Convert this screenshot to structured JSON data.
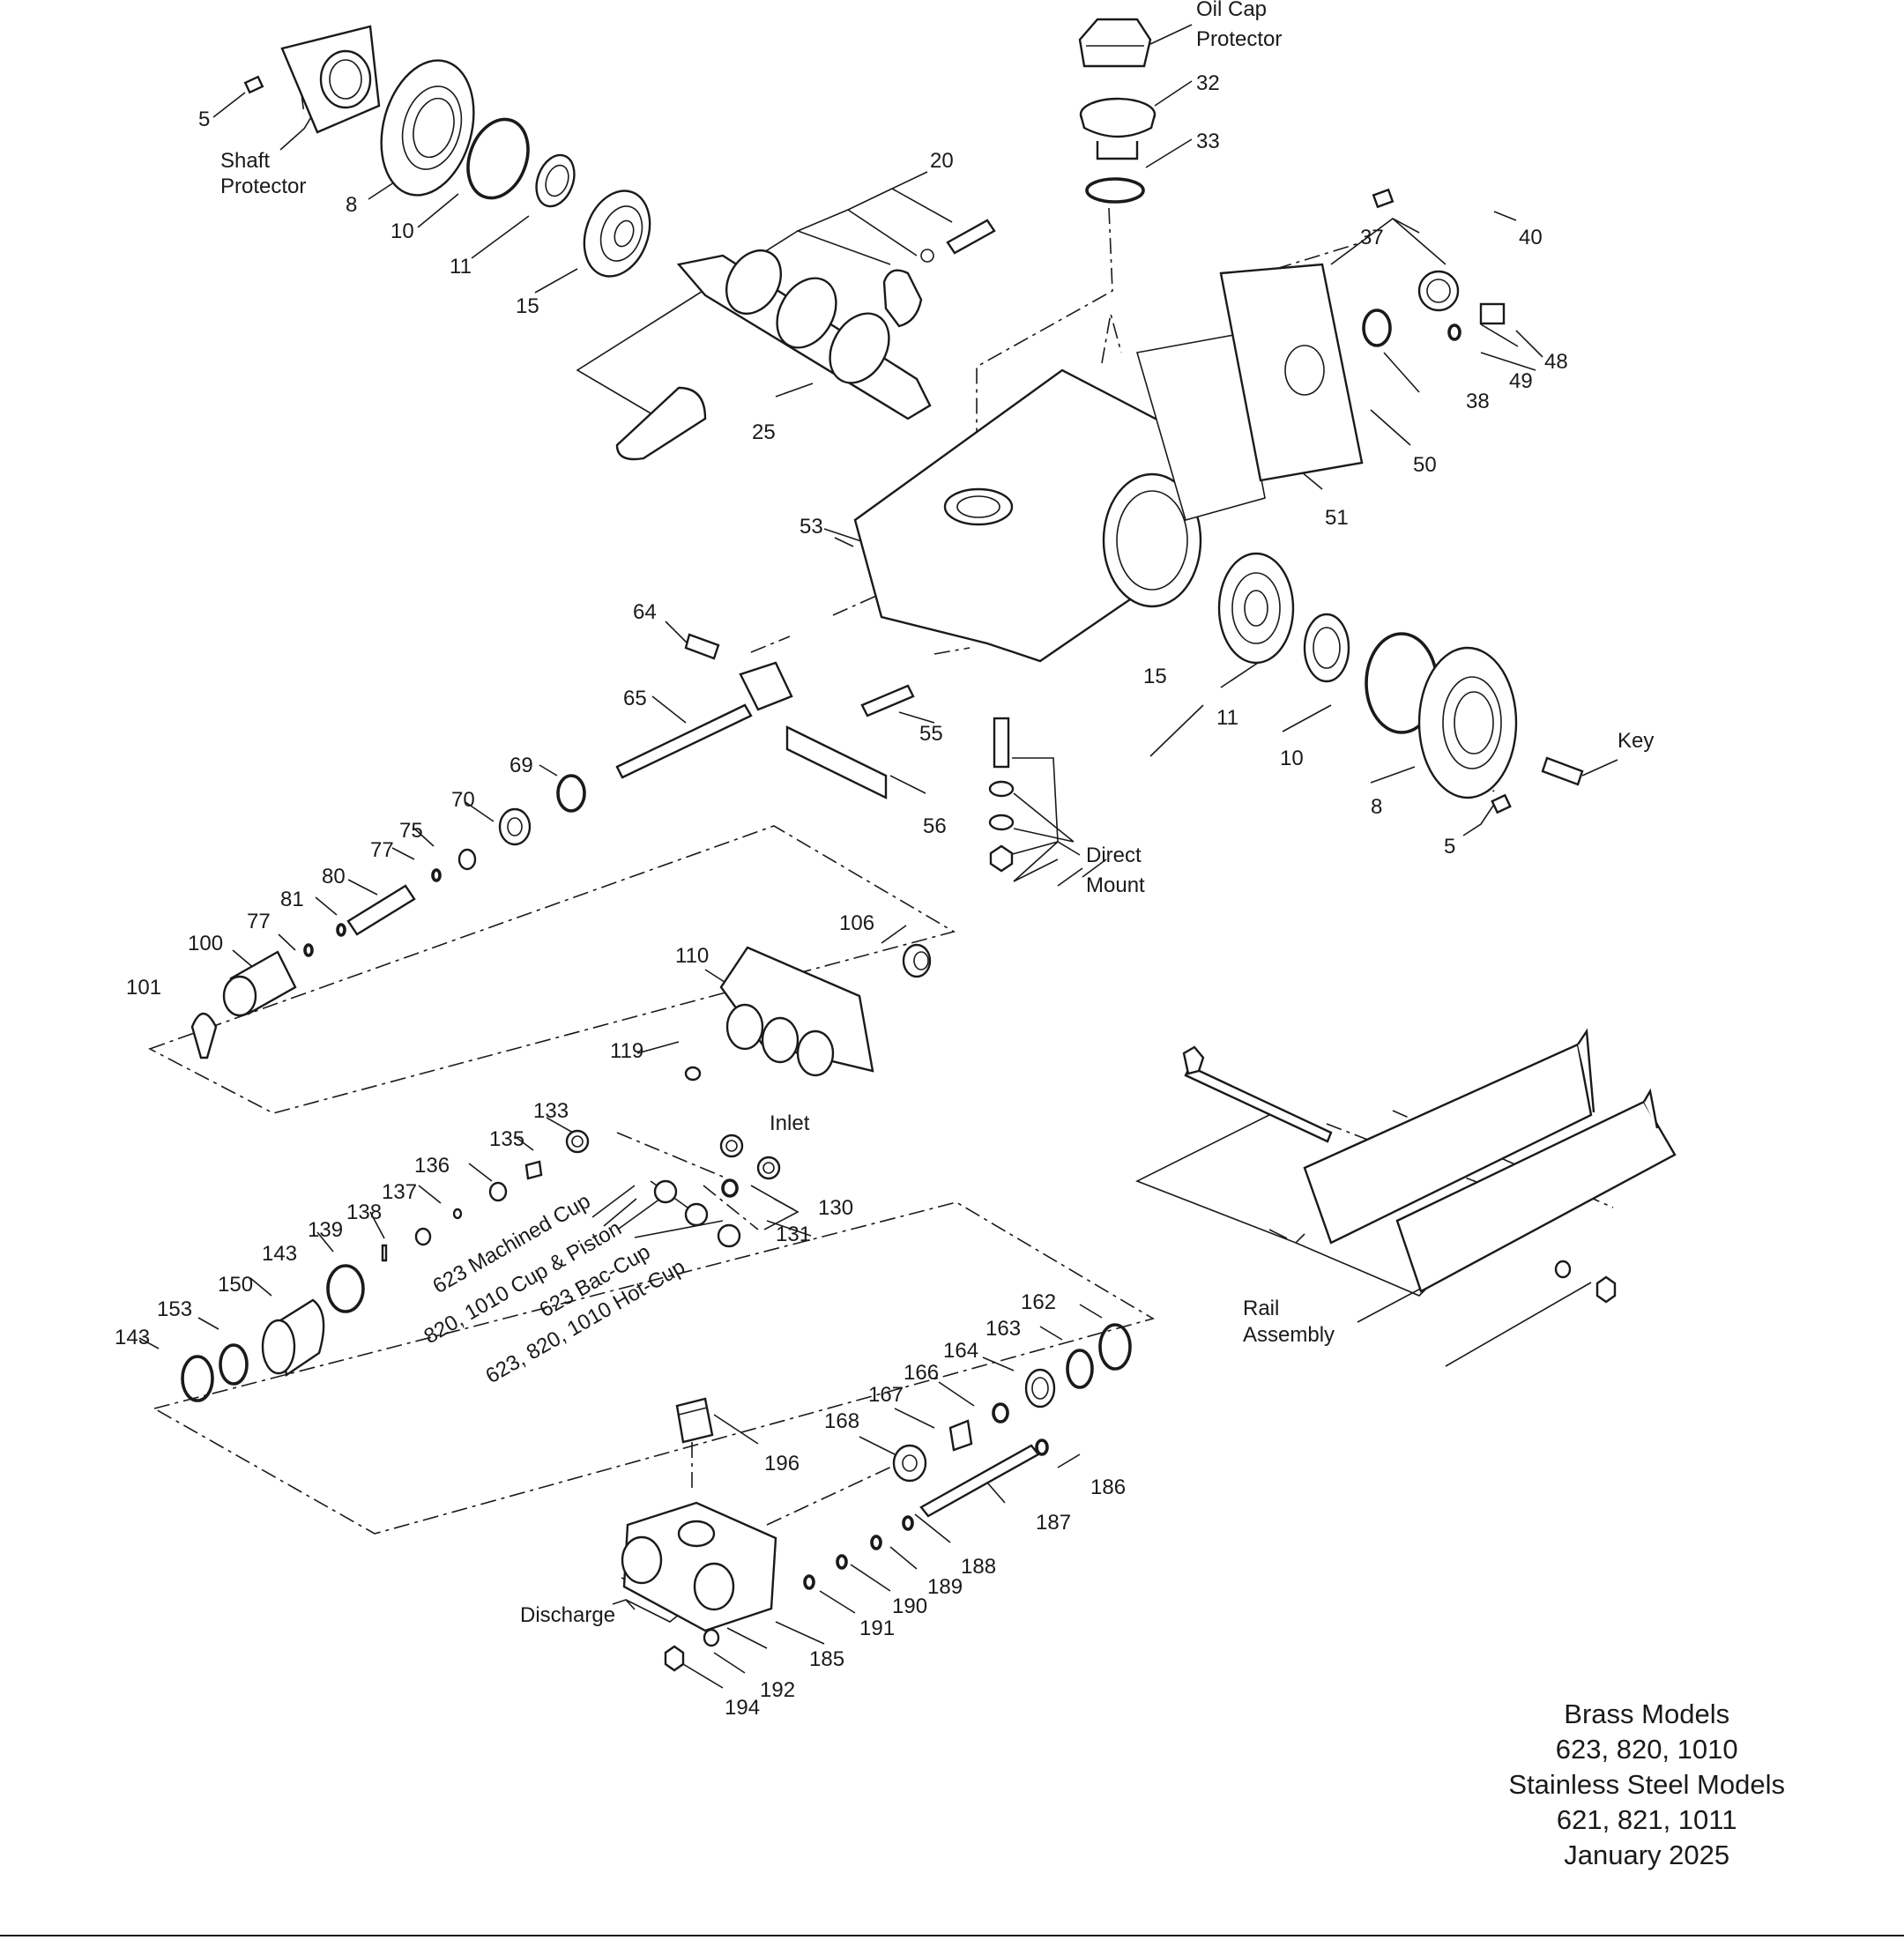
{
  "labels": {
    "oil_cap_protector_1": "Oil Cap",
    "oil_cap_protector_2": "Protector",
    "shaft_protector_1": "Shaft",
    "shaft_protector_2": "Protector",
    "direct_mount_1": "Direct",
    "direct_mount_2": "Mount",
    "rail_assembly_1": "Rail",
    "rail_assembly_2": "Assembly",
    "key": "Key",
    "inlet": "Inlet",
    "discharge": "Discharge",
    "cup_623_machined": "623 Machined Cup",
    "cup_820_1010": "820, 1010 Cup & Piston",
    "cup_623_bac": "623 Bac-Cup",
    "cup_hot": "623, 820, 1010 Hot-Cup"
  },
  "part_numbers": {
    "p5a": "5",
    "p5b": "5",
    "p8a": "8",
    "p8b": "8",
    "p10a": "10",
    "p10b": "10",
    "p11a": "11",
    "p11b": "11",
    "p15a": "15",
    "p15b": "15",
    "p20": "20",
    "p25": "25",
    "p32": "32",
    "p33": "33",
    "p37": "37",
    "p38": "38",
    "p40": "40",
    "p48": "48",
    "p49": "49",
    "p50": "50",
    "p51": "51",
    "p53": "53",
    "p55": "55",
    "p56": "56",
    "p64": "64",
    "p65": "65",
    "p69": "69",
    "p70": "70",
    "p75": "75",
    "p77a": "77",
    "p77b": "77",
    "p80": "80",
    "p81": "81",
    "p100": "100",
    "p101": "101",
    "p106": "106",
    "p110": "110",
    "p119": "119",
    "p130": "130",
    "p131": "131",
    "p133": "133",
    "p135": "135",
    "p136": "136",
    "p137": "137",
    "p138": "138",
    "p139": "139",
    "p143a": "143",
    "p143b": "143",
    "p150": "150",
    "p153": "153",
    "p162": "162",
    "p163": "163",
    "p164": "164",
    "p166": "166",
    "p167": "167",
    "p168": "168",
    "p185": "185",
    "p186": "186",
    "p187": "187",
    "p188": "188",
    "p189": "189",
    "p190": "190",
    "p191": "191",
    "p192": "192",
    "p194": "194",
    "p196": "196"
  },
  "models": {
    "brass_title": "Brass Models",
    "brass_numbers": "623, 820, 1010",
    "ss_title": "Stainless Steel Models",
    "ss_numbers": "621, 821, 1011",
    "date": "January 2025"
  }
}
